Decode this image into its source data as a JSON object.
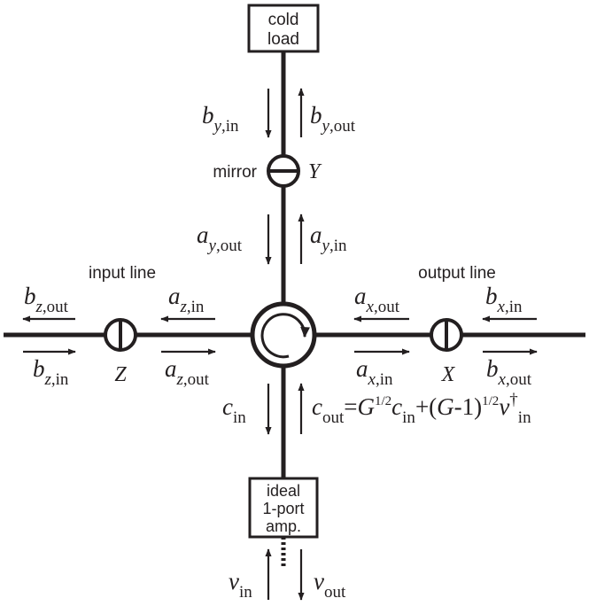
{
  "boxes": {
    "cold_load": [
      "cold",
      "load"
    ],
    "amplifier": [
      "ideal",
      "1-port",
      "amp."
    ]
  },
  "labels": {
    "mirror": "mirror",
    "mirror_port": "Y",
    "input_line": "input line",
    "output_line": "output line",
    "port_z": "Z",
    "port_x": "X"
  },
  "signals": {
    "b_y_in": {
      "base": "b",
      "sub": "y",
      "tail": ",in"
    },
    "b_y_out": {
      "base": "b",
      "sub": "y",
      "tail": ",out"
    },
    "a_y_out": {
      "base": "a",
      "sub": "y",
      "tail": ",out"
    },
    "a_y_in": {
      "base": "a",
      "sub": "y",
      "tail": ",in"
    },
    "b_z_out": {
      "base": "b",
      "sub": "z",
      "tail": ",out"
    },
    "a_z_in": {
      "base": "a",
      "sub": "z",
      "tail": ",in"
    },
    "b_z_in": {
      "base": "b",
      "sub": "z",
      "tail": ",in"
    },
    "a_z_out": {
      "base": "a",
      "sub": "z",
      "tail": ",out"
    },
    "a_x_out": {
      "base": "a",
      "sub": "x",
      "tail": ",out"
    },
    "b_x_in": {
      "base": "b",
      "sub": "x",
      "tail": ",in"
    },
    "a_x_in": {
      "base": "a",
      "sub": "x",
      "tail": ",in"
    },
    "b_x_out": {
      "base": "b",
      "sub": "x",
      "tail": ",out"
    },
    "c_in": {
      "base": "c",
      "sub": "",
      "tail": "in"
    },
    "v_in": {
      "base": "v",
      "sub": "",
      "tail": "in"
    },
    "v_out": {
      "base": "v",
      "sub": "",
      "tail": "out"
    }
  },
  "c_out_equation": {
    "c": "c",
    "out": "out",
    "eq": "=",
    "G1": "G",
    "half1": "1/2",
    "c2": "c",
    "in1": "in",
    "plus": "+(",
    "G2": "G",
    "minus1": "-1)",
    "half2": "1/2",
    "v": "v",
    "dagger": "†",
    "in2": "in"
  }
}
